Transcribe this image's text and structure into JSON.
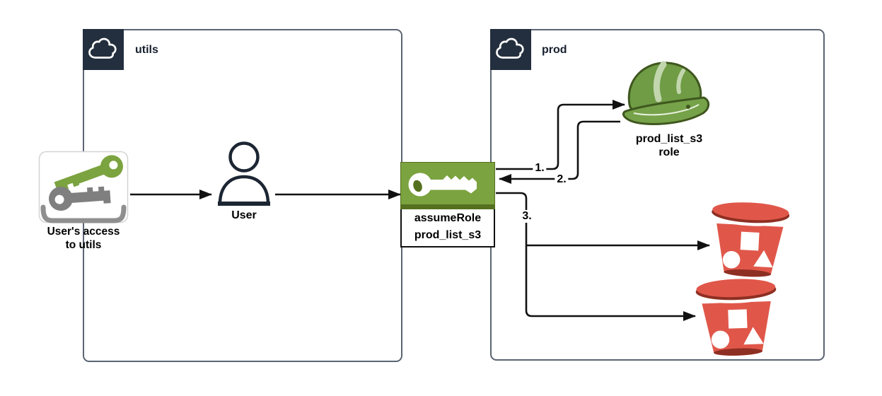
{
  "diagram": {
    "title_hint": "AWS cross-account assume-role diagram",
    "accounts": {
      "utils": {
        "label": "utils"
      },
      "prod": {
        "label": "prod"
      }
    },
    "nodes": {
      "access_keys": {
        "line1": "User's access",
        "line2": "to utils"
      },
      "user": {
        "label": "User"
      },
      "assume_role": {
        "line1": "assumeRole",
        "line2": "prod_list_s3"
      },
      "iam_role": {
        "line1": "prod_list_s3",
        "line2": "role"
      }
    },
    "steps": [
      "1.",
      "2.",
      "3."
    ],
    "icons": {
      "account": "aws-cloud-icon",
      "access_keys": "access-keys-icon",
      "user": "user-icon",
      "assume_role": "iam-permissions-key-icon",
      "iam_role": "iam-role-helmet-icon",
      "bucket": "s3-bucket-icon"
    },
    "colors": {
      "navy": "#232f3e",
      "box_border": "#5b6472",
      "key_green": "#7ba33f",
      "key_green_dark": "#55701f",
      "helmet_green": "#6f9c44",
      "helmet_brim": "#76a24a",
      "helmet_dark": "#3f571e",
      "helmet_light": "#c2d6ae",
      "bucket_red": "#e0574a",
      "bucket_red_dark": "#8e2f23",
      "key_gray": "#7f7f7f",
      "icon_border": "#d4d4d4",
      "arrow": "#111111",
      "text": "#000000"
    }
  }
}
